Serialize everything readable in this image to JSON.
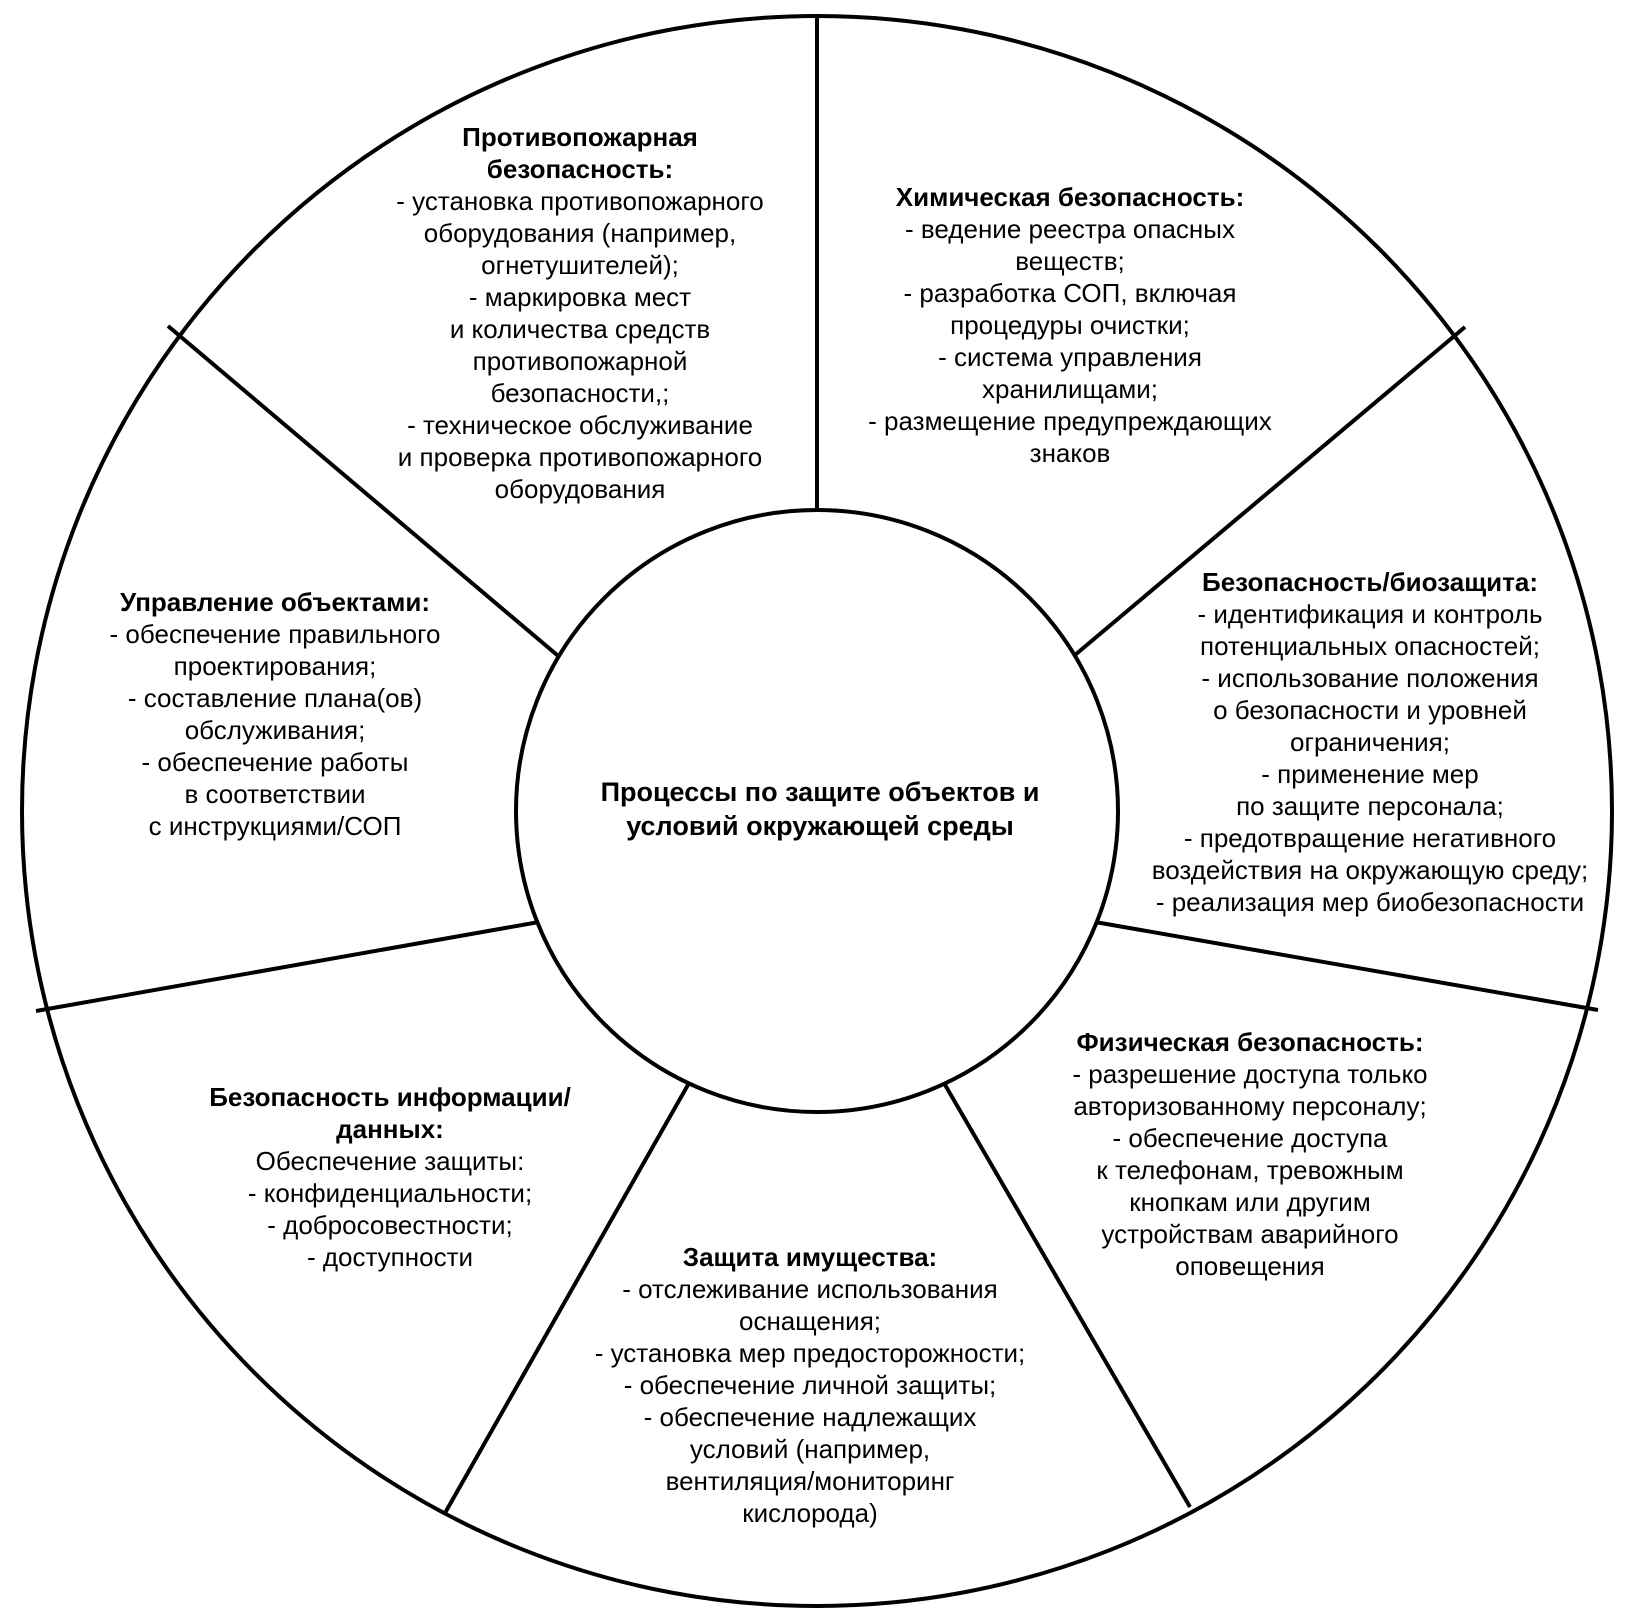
{
  "center": {
    "lines": [
      "Процессы по защите объектов",
      "и условий окружающей среды"
    ]
  },
  "segments": [
    {
      "id": "fire",
      "title": [
        "Противопожарная",
        "безопасность:"
      ],
      "lines": [
        "- установка противопожарного",
        "оборудования (например,",
        "огнетушителей);",
        "- маркировка мест",
        "и количества средств",
        "противопожарной",
        "безопасности,;",
        "- техническое обслуживание",
        "и проверка противопожарного",
        "оборудования"
      ]
    },
    {
      "id": "chemical",
      "title": [
        "Химическая безопасность:"
      ],
      "lines": [
        "- ведение реестра опасных",
        "веществ;",
        "- разработка СОП, включая",
        "процедуры очистки;",
        "- система управления",
        "хранилищами;",
        "- размещение предупреждающих",
        "знаков"
      ]
    },
    {
      "id": "biosafety",
      "title": [
        "Безопасность/биозащита:"
      ],
      "lines": [
        "- идентификация и контроль",
        "потенциальных опасностей;",
        "- использование положения",
        "о безопасности и уровней",
        "ограничения;",
        "- применение мер",
        "по защите персонала;",
        "- предотвращение негативного",
        "воздействия на окружающую среду;",
        "- реализация мер биобезопасности"
      ]
    },
    {
      "id": "physical",
      "title": [
        "Физическая безопасность:"
      ],
      "lines": [
        "- разрешение доступа только",
        "авторизованному персоналу;",
        "- обеспечение доступа",
        "к телефонам, тревожным",
        "кнопкам или другим",
        "устройствам аварийного",
        "оповещения"
      ]
    },
    {
      "id": "property",
      "title": [
        "Защита имущества:"
      ],
      "lines": [
        "- отслеживание использования",
        "оснащения;",
        "- установка мер предосторожности;",
        "- обеспечение личной защиты;",
        "- обеспечение надлежащих",
        "условий (например,",
        "вентиляция/мониторинг",
        "кислорода)"
      ]
    },
    {
      "id": "info",
      "title": [
        "Безопасность информации/",
        "данных:"
      ],
      "lines": [
        "Обеспечение защиты:",
        "- конфиденциальности;",
        "- добросовестности;",
        "- доступности"
      ]
    },
    {
      "id": "facility",
      "title": [
        "Управление объектами:"
      ],
      "lines": [
        "- обеспечение правильного",
        "проектирования;",
        "- составление плана(ов)",
        "обслуживания;",
        "- обеспечение работы",
        "в соответствии",
        "с инструкциями/СОП"
      ]
    }
  ]
}
